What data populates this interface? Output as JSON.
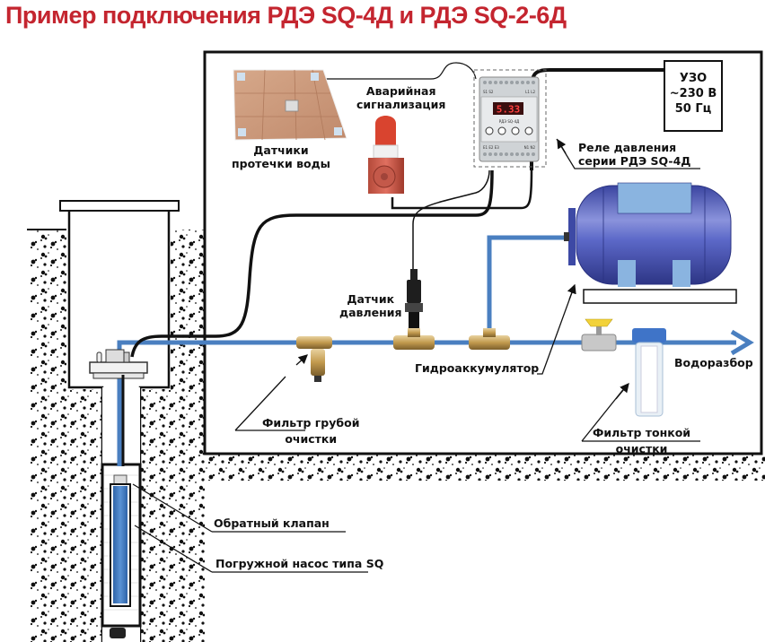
{
  "title": "Пример подключения РДЭ SQ-4Д и РДЭ SQ-2-6Д",
  "colors": {
    "title": "#c4252f",
    "pipe": "#4a7fc0",
    "cable": "#111111",
    "tank": "#4a58b8",
    "soil": "#111111",
    "alarm_light": "#d9442f",
    "valve_handle": "#f2d23a",
    "brass": "#c9a45a"
  },
  "labels": {
    "leak_sensors": [
      "Датчики",
      "протечки воды"
    ],
    "alarm": [
      "Аварийная",
      "сигнализация"
    ],
    "relay": [
      "Реле давления",
      "серии РДЭ SQ-4Д"
    ],
    "uzo": [
      "УЗО",
      "~230 В",
      "50 Гц"
    ],
    "pressure_sensor": [
      "Датчик",
      "давления"
    ],
    "accumulator": "Гидроаккумулятор",
    "water_outlet": "Водоразбор",
    "coarse_filter": [
      "Фильтр грубой",
      "очистки"
    ],
    "fine_filter": [
      "Фильтр тонкой",
      "очистки"
    ],
    "check_valve": "Обратный клапан",
    "pump": "Погружной насос типа SQ"
  },
  "relay_device": {
    "display_value": "5.33",
    "model": "РДЭ SQ-4Д",
    "terminals_top": [
      "S1 S2",
      "L1  L2"
    ],
    "terminals_bottom": [
      "E1 E2 E3",
      "N1  N2"
    ]
  }
}
